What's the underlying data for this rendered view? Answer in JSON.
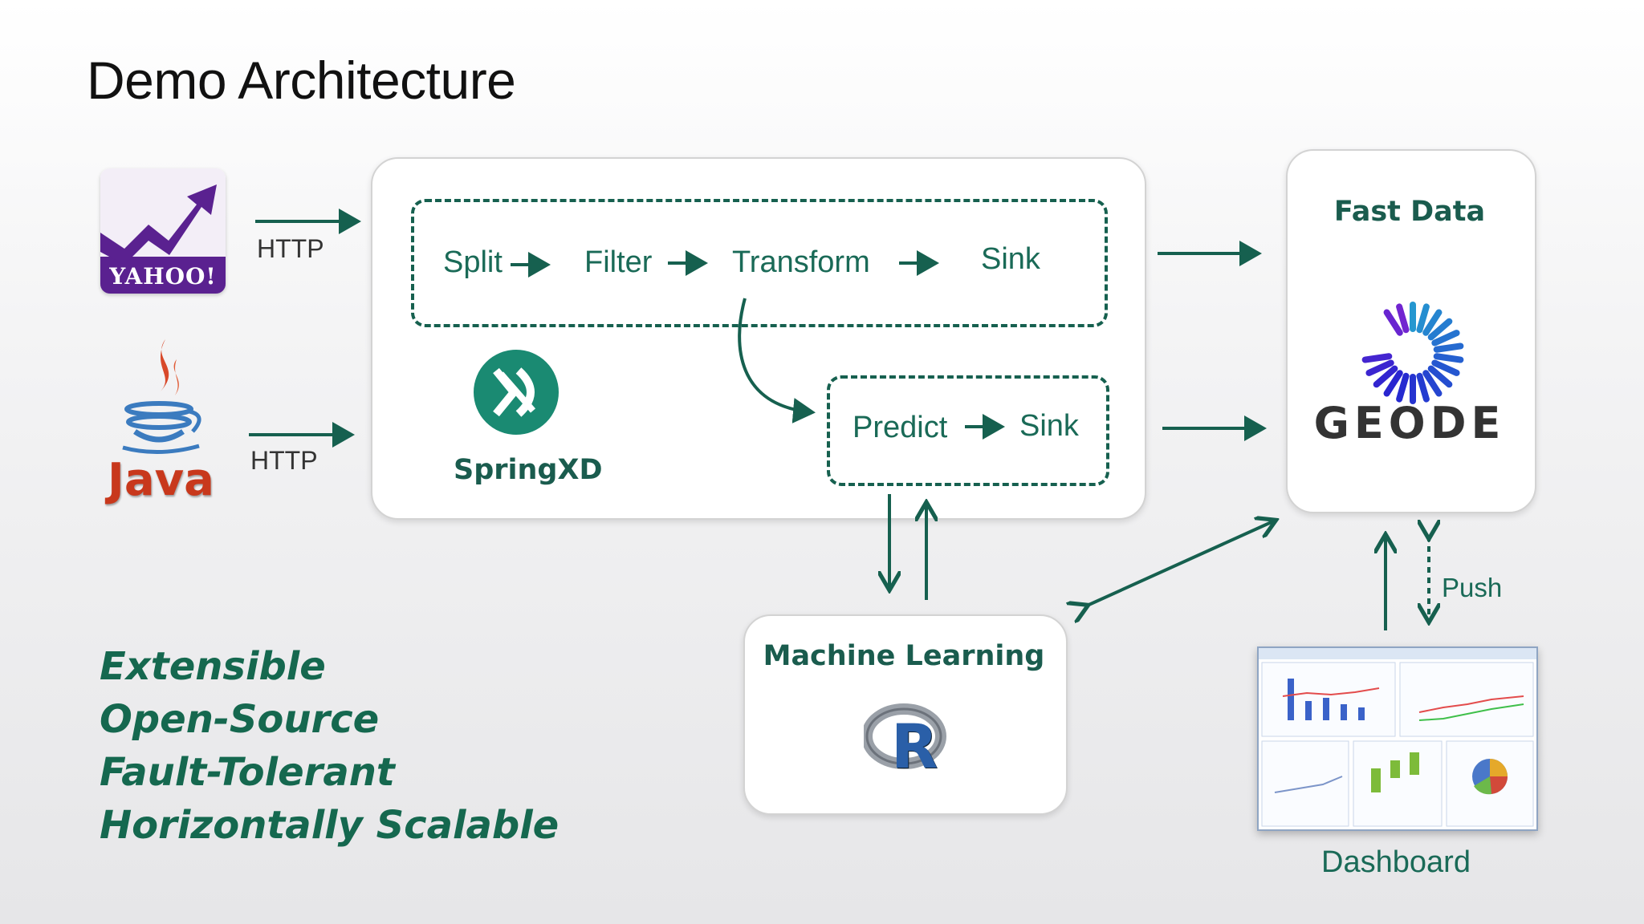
{
  "title": "Demo Architecture",
  "sources": {
    "yahoo_logo_text": "YAHOO!",
    "java_logo_text": "Java",
    "http_label_1": "HTTP",
    "http_label_2": "HTTP"
  },
  "springxd": {
    "pipeline_top": [
      "Split",
      "Filter",
      "Transform",
      "Sink"
    ],
    "pipeline_bottom": [
      "Predict",
      "Sink"
    ],
    "logo_label": "SpringXD"
  },
  "fast_data": {
    "title": "Fast Data",
    "logo_text": "GEODE"
  },
  "machine_learning": {
    "title": "Machine Learning",
    "logo_text": "R"
  },
  "push_label": "Push",
  "dashboard_label": "Dashboard",
  "features": [
    "Extensible",
    "Open-Source",
    "Fault-Tolerant",
    "Horizontally Scalable"
  ],
  "colors": {
    "accent": "#16604f",
    "yahoo_purple": "#5b1f8a",
    "java_red": "#c8381c",
    "springxd_teal": "#1a8a72",
    "geode_dark": "#333333"
  }
}
